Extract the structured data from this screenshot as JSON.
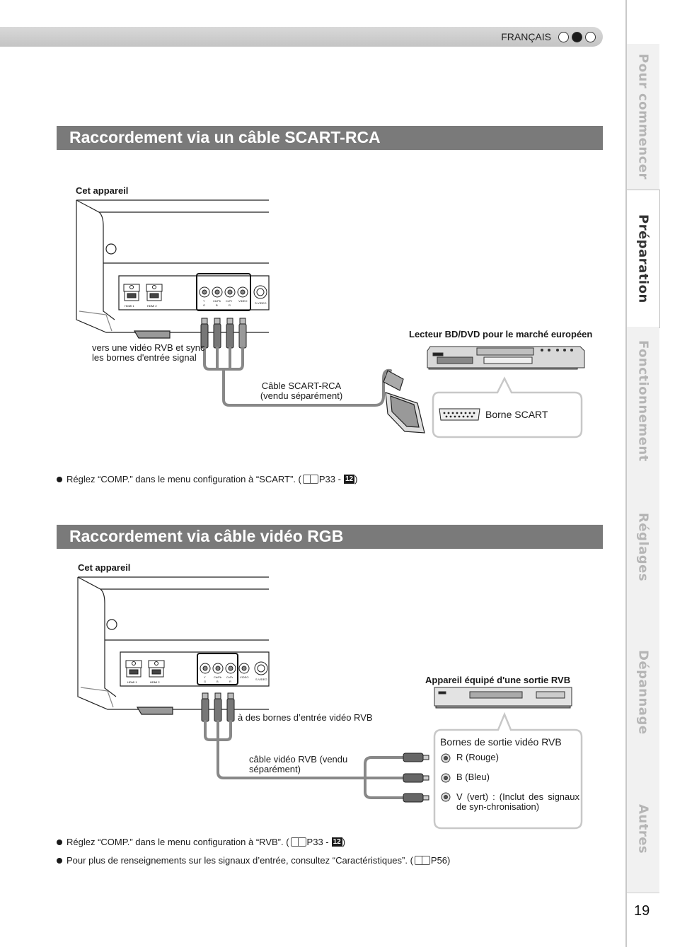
{
  "header": {
    "language": "FRANÇAIS"
  },
  "sidebar": {
    "tabs": [
      {
        "label": "Pour commencer"
      },
      {
        "label": "Préparation"
      },
      {
        "label": "Fonctionnement"
      },
      {
        "label": "Réglages"
      },
      {
        "label": "Dépannage"
      },
      {
        "label": "Autres"
      }
    ],
    "page_number": "19"
  },
  "section1": {
    "title": "Raccordement via un câble SCART-RCA",
    "device_label": "Cet appareil",
    "input_label": "vers une vidéo RVB et sync les bornes d'entrée signal",
    "cable_label": "Câble SCART-RCA (vendu séparément)",
    "player_label": "Lecteur BD/DVD pour le marché européen",
    "scart_label": "Borne SCART",
    "note": {
      "text": "Réglez “COMP.” dans le menu configuration à “SCART”. (",
      "ref": "P33 -",
      "ref_num": "12",
      "close": " )"
    }
  },
  "section2": {
    "title": "Raccordement via câble vidéo RGB",
    "device_label": "Cet appareil",
    "rgb_device_label": "Appareil équipé d'une sortie RVB",
    "input_label": "à des bornes d’entrée vidéo RVB",
    "cable_label": "câble vidéo RVB (vendu séparément)",
    "outputs_title": "Bornes de sortie vidéo RVB",
    "outputs": [
      {
        "label": "R (Rouge)"
      },
      {
        "label": "B (Bleu)"
      },
      {
        "label": "V (vert) : (Inclut des signaux de syn-chronisation)"
      }
    ],
    "notes": [
      {
        "text": "Réglez “COMP.” dans le menu configuration à “RVB”. (",
        "ref": "P33 -",
        "ref_num": "12",
        "close": " )"
      },
      {
        "text": "Pour plus de renseignements sur les signaux d’entrée, consultez “Caractéristiques”. (",
        "ref": "P56",
        "ref_num": "",
        "close": ")"
      }
    ]
  },
  "connector_text": {
    "hdmi1": "HDMI 1",
    "hdmi2": "HDMI 2",
    "y": "Y",
    "cb_pb": "Cb/Pb",
    "cr_pr": "Cr/Pr",
    "video": "VIDEO",
    "s_video": "S-VIDEO",
    "g": "G",
    "b": "B",
    "r": "R"
  }
}
